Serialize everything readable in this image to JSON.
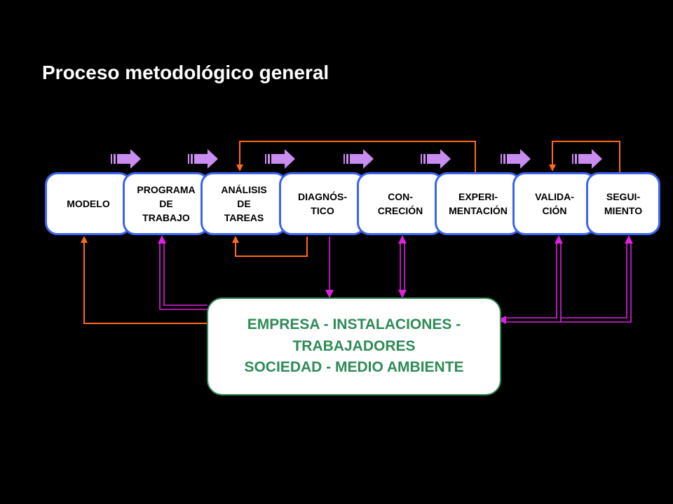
{
  "title": "Proceso metodológico general",
  "steps": [
    {
      "label": "MODELO"
    },
    {
      "label": "PROGRAMA\nDE\nTRABAJO"
    },
    {
      "label": "ANÁLISIS\nDE\nTAREAS"
    },
    {
      "label": "DIAGNÓS-\nTICO"
    },
    {
      "label": "CON-\nCRECIÓN"
    },
    {
      "label": "EXPERI-\nMENTACIÓN"
    },
    {
      "label": "VALIDA-\nCIÓN"
    },
    {
      "label": "SEGUI-\nMIENTO"
    }
  ],
  "center_box": {
    "line1": "EMPRESA - INSTALACIONES -",
    "line2": "TRABAJADORES",
    "line3": "SOCIEDAD - MEDIO AMBIENTE"
  },
  "colors": {
    "step_border": "#3c64f0",
    "flow_arrow": "#c98cf0",
    "feedback_line": "#ff6a1a",
    "link_line": "#e020e0",
    "center_text": "#2e8b57"
  }
}
